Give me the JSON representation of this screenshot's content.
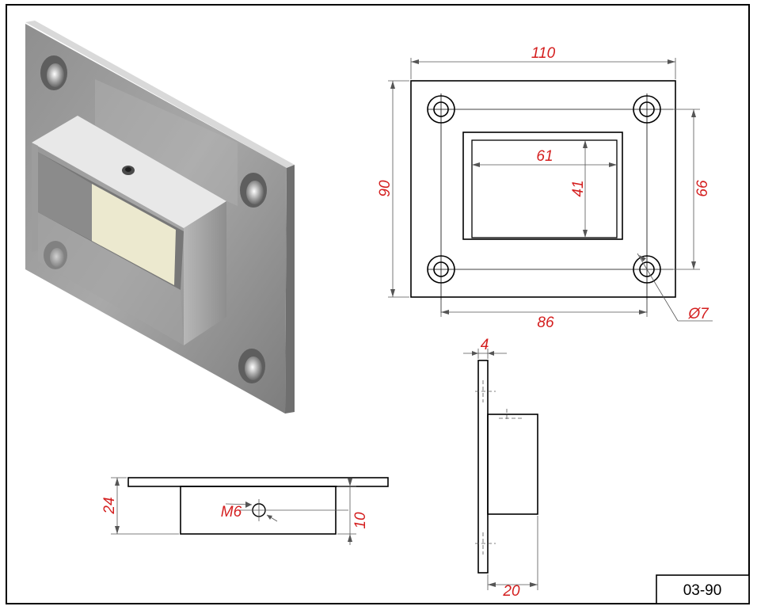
{
  "drawing": {
    "number": "03-90",
    "top_view": {
      "width": "110",
      "height": "90",
      "hole_spacing_x": "86",
      "hole_spacing_y": "66",
      "slot_width": "61",
      "slot_height": "41",
      "hole_diameter": "Ø7"
    },
    "front_view": {
      "total_height": "24",
      "tube_height": "10",
      "thread": "M6"
    },
    "side_view": {
      "plate_thickness": "4",
      "depth": "20"
    }
  },
  "colors": {
    "dimension": "#d41e1e",
    "line": "#000000",
    "leader": "#555555"
  }
}
